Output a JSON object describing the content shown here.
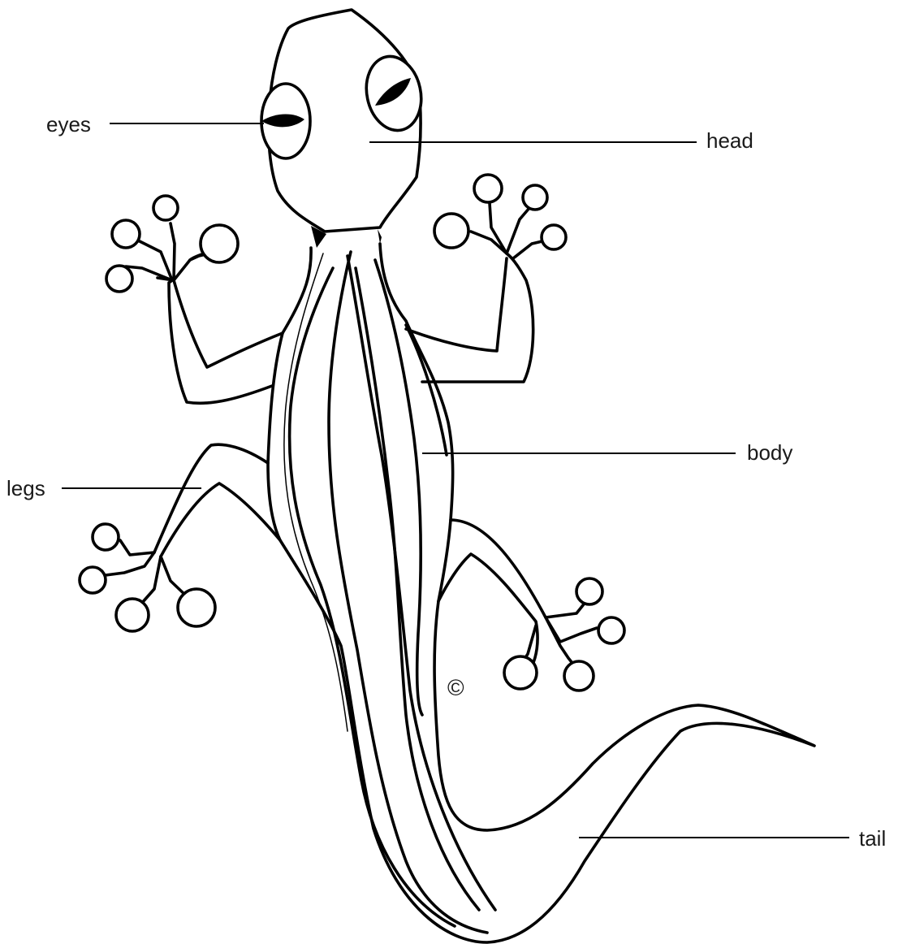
{
  "labels": {
    "eyes": "eyes",
    "head": "head",
    "body": "body",
    "legs": "legs",
    "tail": "tail"
  },
  "copyright_mark": "©",
  "colors": {
    "line": "#000000",
    "label_text": "#1a1a1a",
    "background": "#ffffff"
  }
}
